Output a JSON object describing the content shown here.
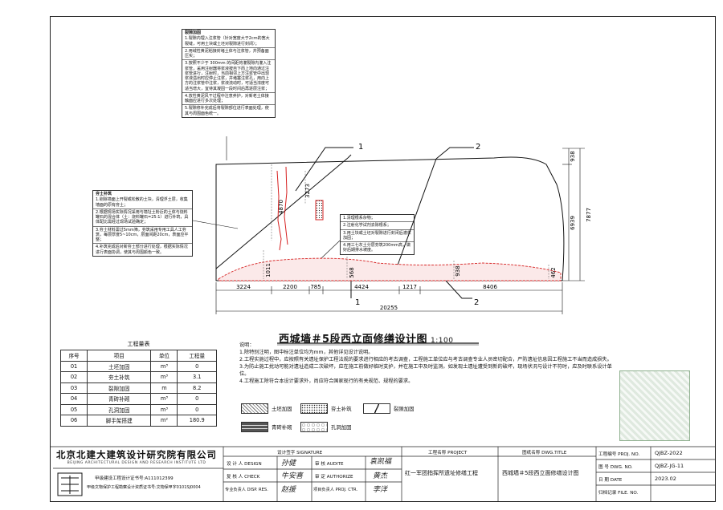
{
  "notes": {
    "crack": {
      "heading": "裂隙加固",
      "items": [
        "1.裂隙内埋入注浆管（针对宽度大于2cm的宽大裂缝，可用土块或土坯对裂隙进行封闭）；",
        "2.用绒性黄泥稻接封堵土体与注浆管，并预备面压实；",
        "3.按照不少于 300mm 的间距将灌裂隙内灌入注浆管，采用注射器将浆液按自下而上地向通过注浆管进行，注射时，当前相邻上方注浆管中出现浆液溢出时应停止注浆，并堵塞注浆孔，用向上方的注浆管中注浆，浆液流动时，可适当浓度可适当增大，宜待其凝固一段时间后再逐层注浆；",
        "4.放性黄泥风干过程中注意养护，对新老土体接触面应进行多次处理；",
        "5.裂隙修补完成后将裂隙部位进行表面处理，使其与周围面色统一。"
      ]
    },
    "soil": {
      "heading": "夯土补筑",
      "items": [
        "1.剔除墙面上开裂或松散的土块，清理浮土层，收集墙面的原有夯土；",
        "2.根据现场实际情况采用与墙址土粉近的土体与烧料罐石的混合体（土：烧料罐石=25:1）进行补筑，具体配比需经过现场试验确定；",
        "3.夯土材料需过5mm筛，夯筑采用专用工具人工夯筑，每层厚度5~10cm，层面间距20cm，表面应平整；",
        "4.补筑完成后对新夯土部分进行处理，根据实际情况进行表面协调，使其与周围颜色一致。"
      ]
    },
    "surface": {
      "items": [
        "1.清理根系杂物；",
        "2.注射化学试剂去除根系；",
        "3.用土块或土坯对裂隙进行封闭后灌浆加固；",
        "4.用三七灰土分层夯筑200mm高，做好后期排水坡度。"
      ]
    }
  },
  "drawing": {
    "dims_bottom": [
      "3224",
      "2200",
      "785",
      "4424",
      "1217",
      "8406"
    ],
    "total": "20255",
    "dims_right": [
      "938",
      "6939",
      "7877"
    ],
    "dims_inner": [
      "4870",
      "3273",
      "1011",
      "568",
      "938",
      "462"
    ],
    "markers": [
      "1",
      "2"
    ]
  },
  "title": {
    "main": "西城墙＃5段西立面修缮设计图",
    "scale": "1:100"
  },
  "description": [
    "说明：",
    "1.除特别注明，图中标注单位均为mm，其他详见设计说明。",
    "2.工程实施过程中，应按照有关遗址保护工程法规的要求进行相应的考古调查，工程施工单位应与考古调查专业人员密切配合，严防遗址信息因工程施工不当而造成损失。",
    "3.为防止施工扰动可能对遗址造成二次破坏，应在施工前做好临时支护，并在施工中及时监测。如发现土遗址遭受到新的破坏，现场状况与设计不符时，应及时联系设计单位。",
    "4.工程施工除符合本设计要求外，尚应符合国家现行的有关规范、规程的要求。"
  ],
  "legend": [
    {
      "label": "土坯加固"
    },
    {
      "label": "夯土补筑"
    },
    {
      "label": "裂隙加固"
    },
    {
      "label": "青砖补砌"
    },
    {
      "label": "孔洞加固"
    }
  ],
  "quantity_table": {
    "caption": "工程量表",
    "headers": [
      "序号",
      "项目",
      "单位",
      "工程量"
    ],
    "rows": [
      [
        "01",
        "土坯加固",
        "m³",
        "0"
      ],
      [
        "02",
        "夯土补筑",
        "m³",
        "3.1"
      ],
      [
        "03",
        "裂隙加固",
        "m",
        "8.2"
      ],
      [
        "04",
        "青砖补砌",
        "m³",
        "0"
      ],
      [
        "05",
        "孔洞加固",
        "m³",
        "0"
      ],
      [
        "06",
        "脚手架搭建",
        "m²",
        "180.9"
      ]
    ]
  },
  "title_block": {
    "company_cn": "北京北建大建筑设计研究院有限公司",
    "company_en": "BEIJING ARCHITECTURAL DESIGN AND RESEARCH INSTITUTE LTD",
    "cert1": "甲级建设工程设计证书号:A111012399",
    "cert2": "甲级文物保护工程勘察设计资质证书号:文物保甲字0101SJ0004",
    "sign_header": "设计签字   SIGNATURE",
    "sign_rows": [
      {
        "role": "设 计 人  DESIGN",
        "role2": "审    核   AUDITE"
      },
      {
        "role": "复 核 人  CHECK",
        "role2": "审    定   AUTHORIZE"
      },
      {
        "role": "专业负责人 DISP. RES.",
        "role2": "项目负责人 PROJ. CTR."
      }
    ],
    "signatures": [
      "孙健",
      "袁凯福",
      "牛安喜",
      "黄杰",
      "赵援",
      "李洋"
    ],
    "project_label": "工程名称  PROJECT",
    "project_name": "红一军团指挥所遗址修缮工程",
    "dwg_label": "图纸名称  DWG.TITLE",
    "dwg_title": "西城墙＃5段西立面修缮设计图",
    "meta": [
      {
        "label": "工程编号  PROJ. NO.",
        "value": "QJBZ-2022"
      },
      {
        "label": "图    号  DWG. NO.",
        "value": "QJBZ-JG-11"
      },
      {
        "label": "日    期  DATE",
        "value": "2023.02"
      },
      {
        "label": "归档记录  FILE. NO.",
        "value": ""
      }
    ]
  },
  "colors": {
    "red": "#d62020",
    "line": "#111111"
  }
}
